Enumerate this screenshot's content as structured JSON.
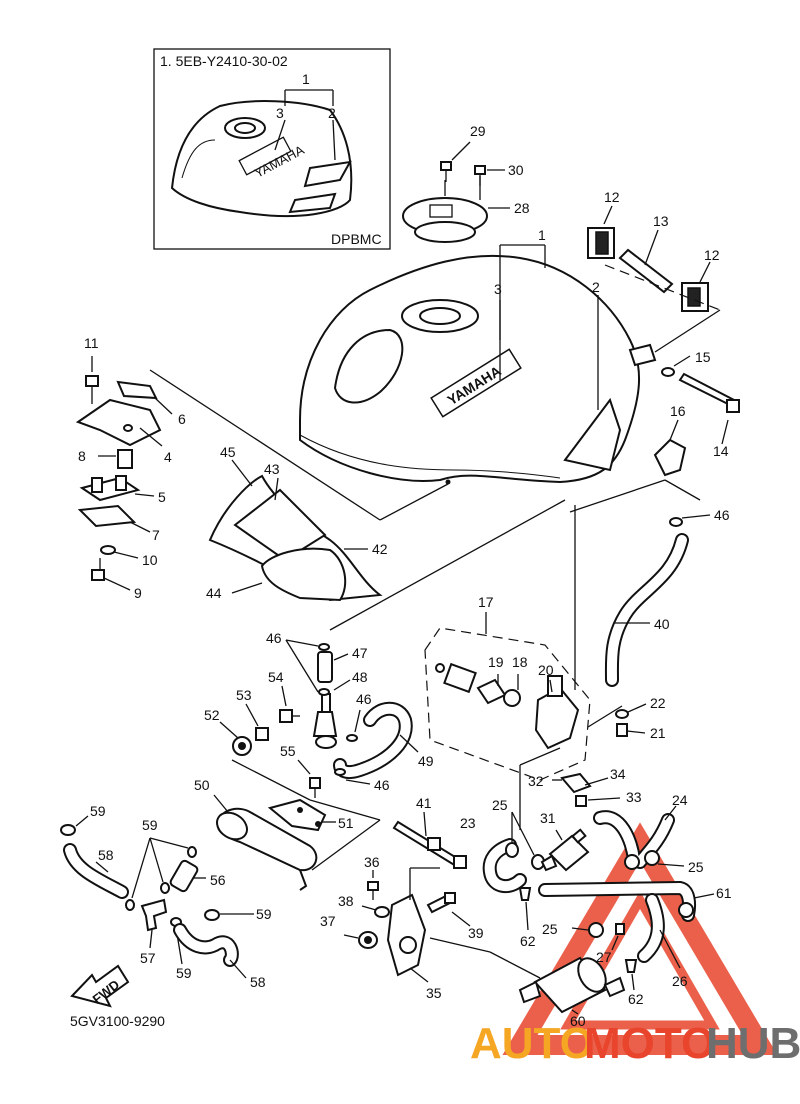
{
  "inset": {
    "top_label": "1. 5EB-Y2410-30-02",
    "code": "DPBMC",
    "callouts": [
      "1",
      "2",
      "3"
    ],
    "tank_badge": "YAMAHA"
  },
  "tank_badge": "YAMAHA",
  "callouts": {
    "c1": "1",
    "c2": "2",
    "c3": "3",
    "c4": "4",
    "c5": "5",
    "c6": "6",
    "c7": "7",
    "c8": "8",
    "c9": "9",
    "c10": "10",
    "c11": "11",
    "c12a": "12",
    "c12b": "12",
    "c13": "13",
    "c14": "14",
    "c15": "15",
    "c16": "16",
    "c17": "17",
    "c18": "18",
    "c19": "19",
    "c20": "20",
    "c21": "21",
    "c22": "22",
    "c23": "23",
    "c24": "24",
    "c25a": "25",
    "c25b": "25",
    "c25c": "25",
    "c26": "26",
    "c27": "27",
    "c28": "28",
    "c29": "29",
    "c30": "30",
    "c31": "31",
    "c32": "32",
    "c33": "33",
    "c34": "34",
    "c35": "35",
    "c36": "36",
    "c37": "37",
    "c38": "38",
    "c39": "39",
    "c40": "40",
    "c41": "41",
    "c42": "42",
    "c43": "43",
    "c44": "44",
    "c45": "45",
    "c46a": "46",
    "c46b": "46",
    "c46c": "46",
    "c46d": "46",
    "c47": "47",
    "c48": "48",
    "c49": "49",
    "c50": "50",
    "c51": "51",
    "c52": "52",
    "c53": "53",
    "c54": "54",
    "c55": "55",
    "c56": "56",
    "c57": "57",
    "c58a": "58",
    "c58b": "58",
    "c59a": "59",
    "c59b": "59",
    "c59c": "59",
    "c59d": "59",
    "c60": "60",
    "c61": "61",
    "c62a": "62",
    "c62b": "62"
  },
  "fwd_label": "FWD",
  "drawing_code": "5GV3100-9290",
  "watermark": {
    "part1": "AUTO",
    "part2": "MOTO",
    "part3": "HUB",
    "colors": {
      "orange": "#f5a623",
      "red": "#e8452c",
      "gray": "#6e6e6e"
    }
  }
}
